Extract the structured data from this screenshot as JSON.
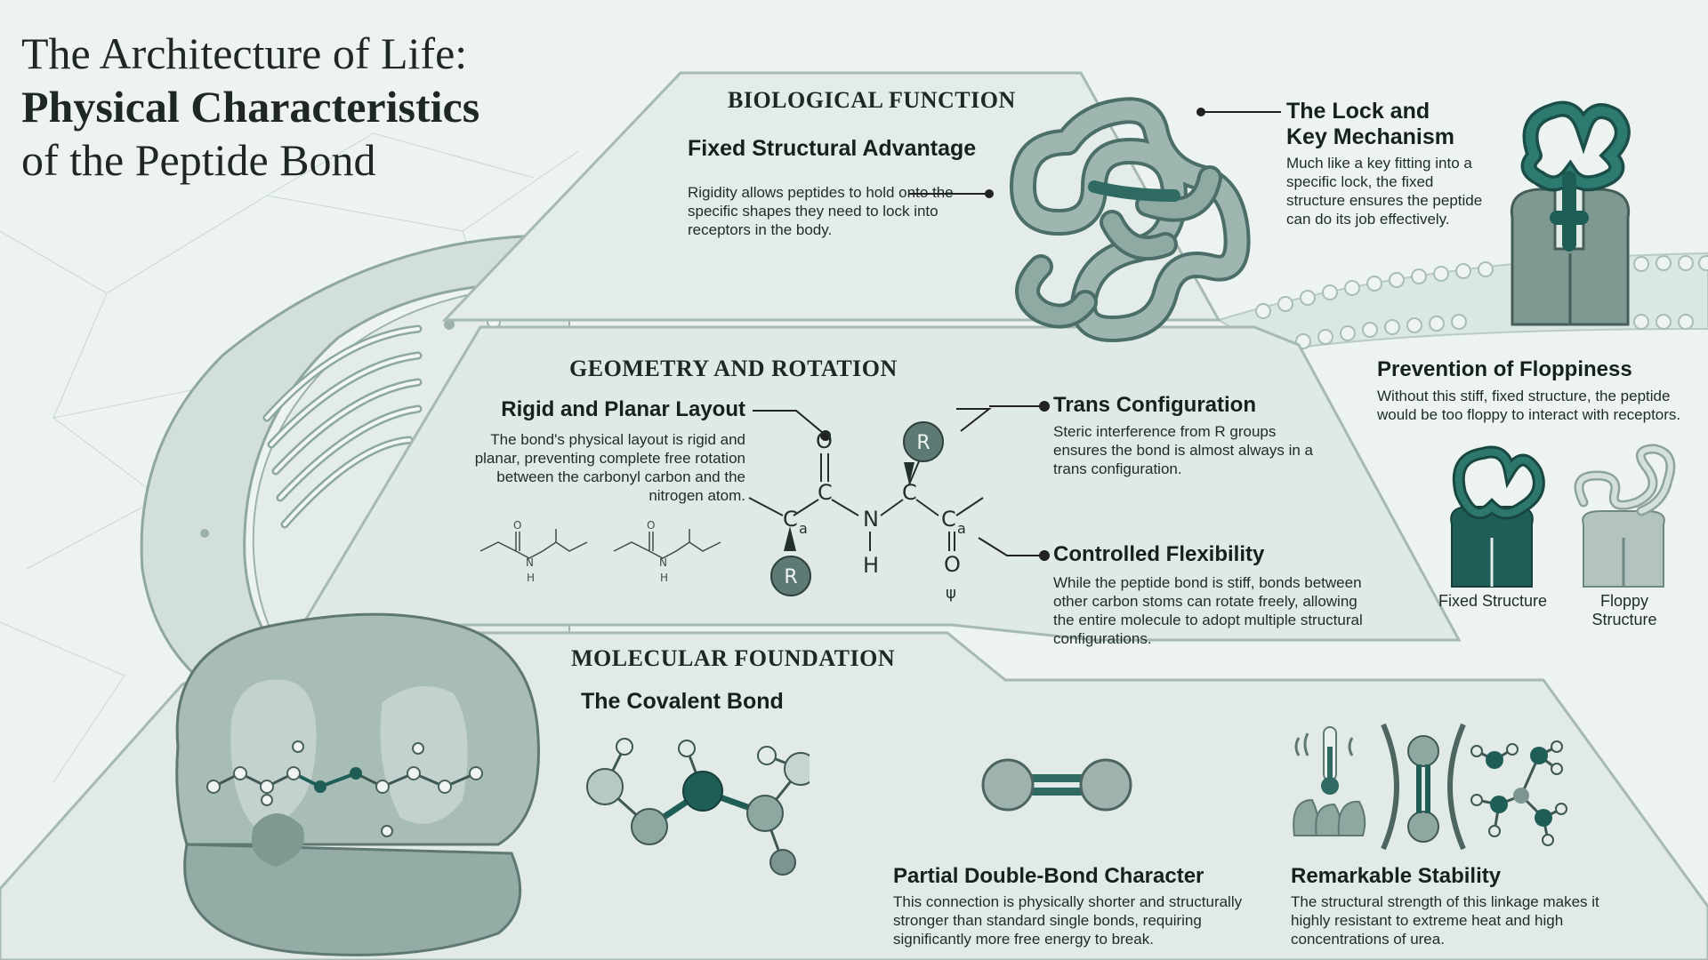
{
  "title": {
    "line1": "The Architecture of Life:",
    "line2": "Physical Characteristics",
    "line3": "of the Peptide Bond"
  },
  "tiers": {
    "function": {
      "heading": "BIOLOGICAL FUNCTION",
      "subtitle": "Fixed Structural Advantage",
      "body": "Rigidity allows peptides to hold onto the specific shapes they need to lock into receptors in the body."
    },
    "geometry": {
      "heading": "GEOMETRY AND ROTATION",
      "rigid_title": "Rigid and Planar Layout",
      "rigid_body": "The bond's physical layout is rigid and planar, preventing complete free rotation between the carbonyl carbon and the nitrogen atom.",
      "trans_title": "Trans Configuration",
      "trans_body": "Steric interference from R groups ensures the bond is almost always in a trans configuration.",
      "flex_title": "Controlled Flexibility",
      "flex_body": "While the peptide bond is stiff, bonds between other carbon stoms can rotate freely, allowing the entire molecule to adopt multiple structural configurations."
    },
    "foundation": {
      "heading": "MOLECULAR FOUNDATION",
      "covalent_title": "The Covalent Bond",
      "partial_title": "Partial Double-Bond Character",
      "partial_body": "This connection is physically shorter and structurally stronger than standard single bonds, requiring significantly more free energy to break.",
      "stability_title": "Remarkable Stability",
      "stability_body": "The structural strength of this linkage makes it highly resistant to extreme heat and high concentrations of urea."
    }
  },
  "lock": {
    "title_line1": "The Lock and",
    "title_line2": "Key Mechanism",
    "body": "Much like a key fitting into a specific lock, the fixed structure ensures the peptide can do its job effectively."
  },
  "floppiness": {
    "title": "Prevention of Floppiness",
    "body": "Without this stiff, fixed structure, the peptide would be too floppy to interact with receptors.",
    "fixed_label": "Fixed Structure",
    "floppy_label": "Floppy Structure"
  },
  "molecule": {
    "o_top": "O",
    "c_carbonyl": "C",
    "n_atom": "N",
    "h_atom": "H",
    "c_right": "C",
    "ca_left": "C",
    "ca_left_sub": "a",
    "ca_right": "C",
    "ca_right_sub": "a",
    "o_bottom": "O",
    "psi": "ψ",
    "r_label": "R",
    "small_o": "O",
    "small_n": "N",
    "small_h": "H"
  },
  "colors": {
    "background": "#edf3f0",
    "tier_fill": "#dfe9e5",
    "teal_dark": "#1f5e57",
    "grey_green": "#7d9590",
    "text": "#1c2a27"
  },
  "icons": [
    "cell-illustration",
    "protein-blob-illustration",
    "folded-protein-icon",
    "receptor-key-icon",
    "membrane-icon",
    "fixed-structure-icon",
    "floppy-structure-icon",
    "ball-stick-molecule-icon",
    "double-bond-icon",
    "heat-thermometer-icon",
    "urea-molecule-icon"
  ]
}
